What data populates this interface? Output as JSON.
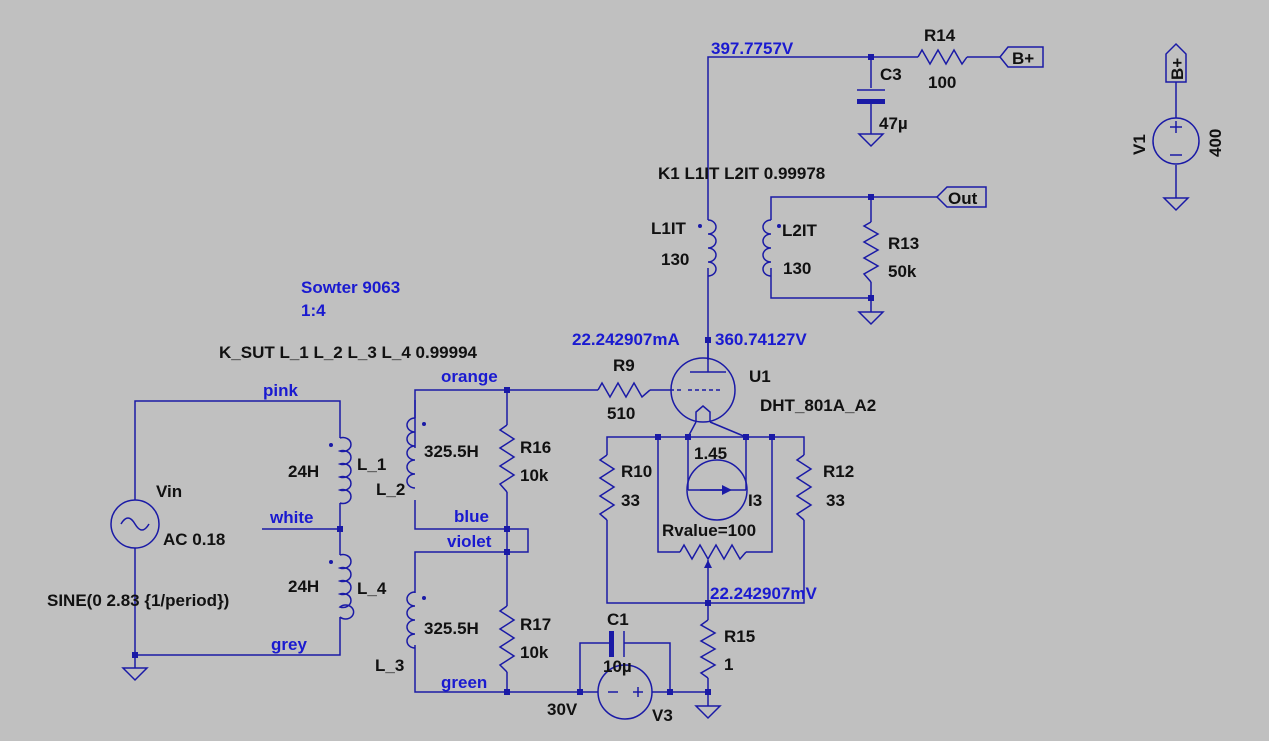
{
  "colors": {
    "background": "#c0c0c0",
    "wire": "#1a1aa6",
    "text": "#111111",
    "netlabel": "#1a1ad0"
  },
  "texts": {
    "v_plate_top": "397.7757V",
    "r14_name": "R14",
    "r14_value": "100",
    "c3_name": "C3",
    "c3_value": "47µ",
    "flag_bplus": "B+",
    "flag_bplus_v1": "B+",
    "v1_name": "V1",
    "v1_value": "400",
    "k1": "K1 L1IT L2IT 0.99978",
    "l1it_name": "L1IT",
    "l1it_value": "130",
    "l2it_name": "L2IT",
    "l2it_value": "130",
    "r13_name": "R13",
    "r13_value": "50k",
    "flag_out": "Out",
    "sowter_title": "Sowter 9063",
    "sowter_ratio": "1:4",
    "k_sut": "K_SUT L_1 L_2 L_3 L_4 0.99994",
    "i_plate": "22.242907mA",
    "v_plate": "360.74127V",
    "net_orange": "orange",
    "r9_name": "R9",
    "r9_value": "510",
    "u1_name": "U1",
    "u1_model": "DHT_801A_A2",
    "net_pink": "pink",
    "l1_value": "24H",
    "l1_name": "L_1",
    "l2_value": "325.5H",
    "l2_name": "L_2",
    "r16_name": "R16",
    "r16_value": "10k",
    "i3_value": "1.45",
    "i3_name": "I3",
    "r10_name": "R10",
    "r10_value": "33",
    "r12_name": "R12",
    "r12_value": "33",
    "vin_name": "Vin",
    "vin_ac": "AC 0.18",
    "net_white": "white",
    "net_blue": "blue",
    "net_violet": "violet",
    "rvalue": "Rvalue=100",
    "l4_value": "24H",
    "l4_name": "L_4",
    "v_cathode": "22.242907mV",
    "vin_sine": "SINE(0 2.83 {1/period})",
    "l3_value": "325.5H",
    "l3_name": "L_3",
    "r17_name": "R17",
    "r17_value": "10k",
    "c1_name": "C1",
    "c1_value": "10µ",
    "r15_name": "R15",
    "r15_value": "1",
    "net_grey": "grey",
    "net_green": "green",
    "v3_value": "30V",
    "v3_name": "V3"
  }
}
